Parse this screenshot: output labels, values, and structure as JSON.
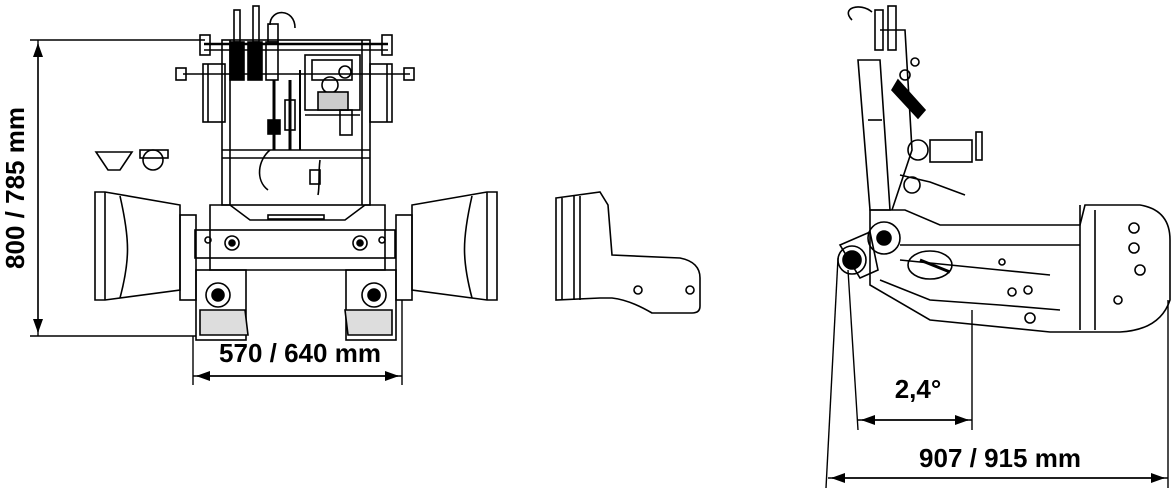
{
  "dimensions": {
    "height_label": "800 / 785 mm",
    "width_label": "570 /  640 mm",
    "angle_label": "2,4°",
    "length_label": "907 / 915 mm"
  },
  "colors": {
    "line": "#000000",
    "background": "#ffffff"
  }
}
